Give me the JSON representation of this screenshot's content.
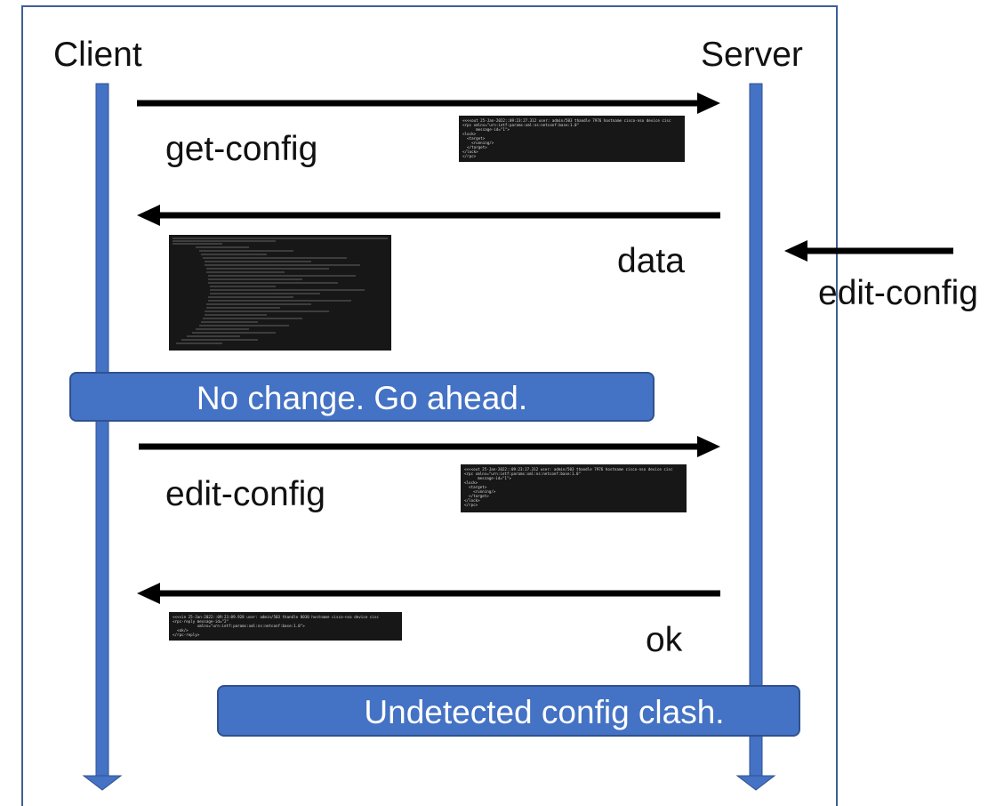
{
  "participants": {
    "client": "Client",
    "server": "Server"
  },
  "messages": {
    "get_config": "get-config",
    "data": "data",
    "edit_config_external": "edit-config",
    "edit_config": "edit-config",
    "ok": "ok"
  },
  "banners": {
    "no_change": "No change. Go ahead.",
    "clash": "Undetected config clash."
  },
  "code_snippets": {
    "get_config": "<<<<out 25-Jan-2022::09:23:27.312 user: admin/503 thandle 7976 hostname cisco-nso device cisc\n<rpc xmlns=\"urn:ietf:params:xml:ns:netconf:base:1.0\"\n      message-id=\"1\">\n<lock>\n  <target>\n    <running/>\n  </target>\n</lock>\n</rpc>",
    "edit_config": "<<<<out 25-Jan-2022::09:23:27.312 user: admin/503 thandle 7976 hostname cisco-nso device cisc\n<rpc xmlns=\"urn:ietf:params:xml:ns:netconf:base:1.0\"\n      message-id=\"1\">\n<lock>\n  <target>\n    <running/>\n  </target>\n</lock>\n</rpc>",
    "ok": "<<<<in 25-Jan-2022::09:23:09.928 user: admin/503 thandle 8030 hostname cisco-nso device cisc\n<rpc-reply message-id=\"2\"\n           xmlns=\"urn:ietf:params:xml:ns:netconf:base:1.0\">\n  <ok/>\n</rpc-reply>"
  },
  "colors": {
    "lifeline": "#4472c4",
    "arrow": "#000000",
    "banner_fill": "#4472c4",
    "frame": "#3d5f9a"
  }
}
